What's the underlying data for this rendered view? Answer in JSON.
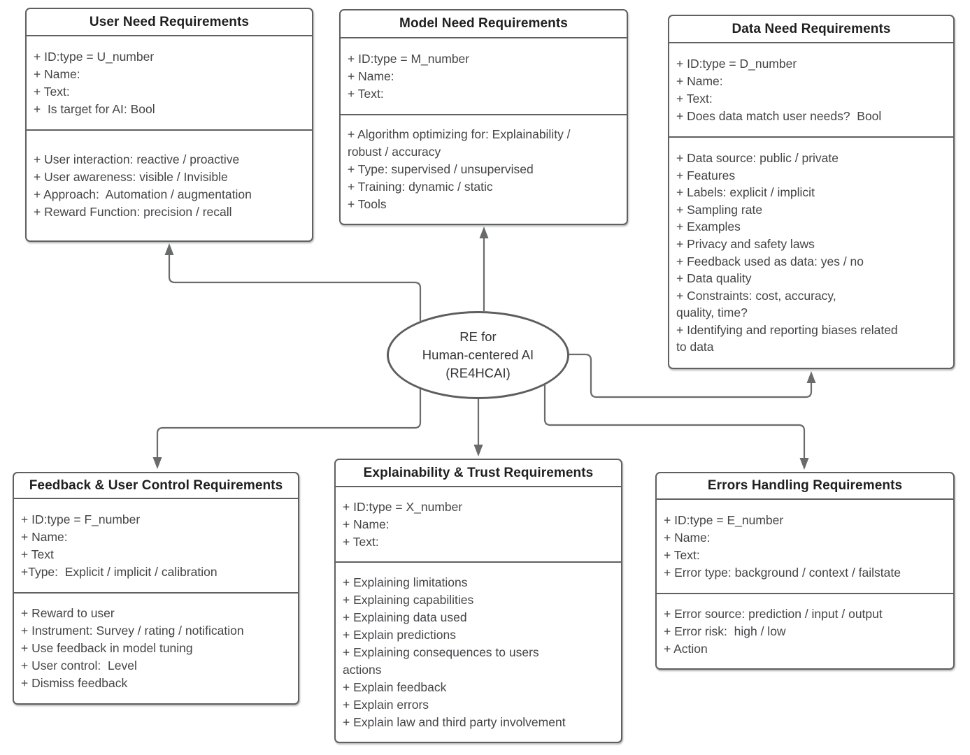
{
  "center_node": {
    "lines": [
      "RE for",
      "Human-centered AI",
      "(RE4HCAI)"
    ]
  },
  "boxes": {
    "user_need": {
      "title": "User Need Requirements",
      "section1": [
        "+ ID:type = U_number",
        "+ Name:",
        "+ Text:",
        "+  Is target for AI: Bool"
      ],
      "section2": [
        "+ User interaction: reactive / proactive",
        "+ User awareness: visible / Invisible",
        "+ Approach:  Automation / augmentation",
        "+ Reward Function: precision / recall"
      ]
    },
    "model_need": {
      "title": "Model Need Requirements",
      "section1": [
        "+ ID:type = M_number",
        "+ Name:",
        "+ Text:"
      ],
      "section2": [
        "+ Algorithm optimizing for: Explainability /\nrobust / accuracy",
        "+ Type: supervised / unsupervised",
        "+ Training: dynamic / static",
        "+ Tools"
      ]
    },
    "data_need": {
      "title": "Data Need Requirements",
      "section1": [
        "+ ID:type = D_number",
        "+ Name:",
        "+ Text:",
        "+ Does data match user needs?  Bool"
      ],
      "section2": [
        "+ Data source: public / private",
        "+ Features",
        "+ Labels: explicit / implicit",
        "+ Sampling rate",
        "+ Examples",
        "+ Privacy and safety laws",
        "+ Feedback used as data: yes / no",
        "+ Data quality",
        "+ Constraints: cost, accuracy,\nquality, time?",
        "+ Identifying and reporting biases related\nto data"
      ]
    },
    "feedback": {
      "title": "Feedback & User Control Requirements",
      "section1": [
        "+ ID:type = F_number",
        "+ Name:",
        "+ Text",
        "+Type:  Explicit / implicit / calibration"
      ],
      "section2": [
        "+ Reward to user",
        "+ Instrument: Survey / rating / notification",
        "+ Use feedback in model tuning",
        "+ User control:  Level",
        "+ Dismiss feedback"
      ]
    },
    "explainability": {
      "title": "Explainability & Trust Requirements",
      "section1": [
        "+ ID:type = X_number",
        "+ Name:",
        "+ Text:"
      ],
      "section2": [
        "+ Explaining limitations",
        "+ Explaining capabilities",
        "+ Explaining data used",
        "+ Explain predictions",
        "+ Explaining consequences to users\nactions",
        "+ Explain feedback",
        "+ Explain errors",
        "+ Explain law and third party involvement"
      ]
    },
    "errors": {
      "title": "Errors Handling Requirements",
      "section1": [
        "+ ID:type = E_number",
        "+ Name:",
        "+ Text:",
        "+ Error type: background / context / failstate"
      ],
      "section2": [
        "+ Error source: prediction / input / output",
        "+ Error risk:  high / low",
        "+ Action"
      ]
    }
  },
  "colors": {
    "box_border": "#5f6062",
    "connector": "#6a6b6d",
    "title_text": "#1f1f1f",
    "body_text": "#444548",
    "background": "#ffffff"
  }
}
